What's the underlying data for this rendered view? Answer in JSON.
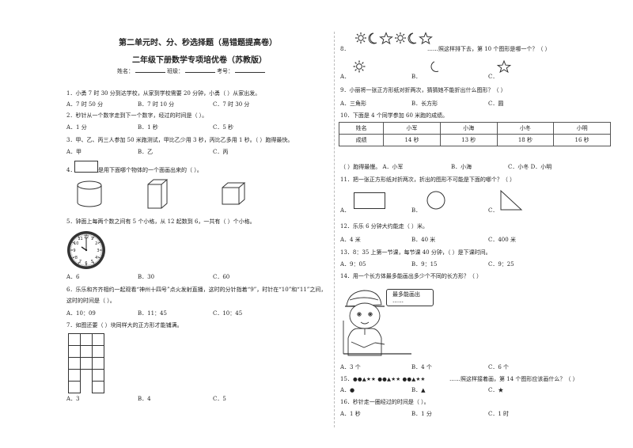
{
  "header": {
    "title1": "第二单元时、分、秒选择题（易错题提高卷）",
    "title2": "二年级下册数学专项培优卷（苏教版）",
    "name_label": "姓名：",
    "class_label": "班级：",
    "id_label": "考号："
  },
  "left": {
    "q1": {
      "text": "1．小勇 7 时 30 分到达学校，从家到学校需要 20 分钟，小勇（   ）从家出发。",
      "a": "A．7 时 50 分",
      "b": "B．7 时 10 分",
      "c": "C．7 时 30 分"
    },
    "q2": {
      "text": "2．秒针从一个数字走到下一个数字，经过的时间是（   ）。",
      "a": "A．1 分",
      "b": "B．1 秒",
      "c": "C．5 秒"
    },
    "q3": {
      "text": "3．甲、乙、丙三人参加 50 米跑测试，甲比乙少用 3 秒，丙比乙多用 1 秒。（   ）跑得最快。",
      "a": "A．甲",
      "b": "B．乙",
      "c": "C．丙"
    },
    "q4": {
      "text": "是用下面哪个物体的一个面画出来的（   ）。",
      "num": "4．"
    },
    "q5": {
      "text": "5．钟面上每两个数之间有 5 个小格，从 12 起数到 6，一共有（   ）个小格。",
      "a": "A．6",
      "b": "B．30",
      "c": "C．60"
    },
    "q6": {
      "line1": "6．乐乐和齐齐相约一起观看“神州十四号”点火发射直播，这时的分针指着“9”，时针在“10”和“11”之间，",
      "line2": "这时的时间是（   ）。",
      "a": "A．10：09",
      "b": "B．11：45",
      "c": "C．10：45"
    },
    "q7": {
      "text": "7．如图还要（   ）块同样大的正方形才能铺满。",
      "a": "A．3",
      "b": "B．4",
      "c": "C．5"
    }
  },
  "right": {
    "q8": {
      "num": "8．",
      "text": "……照这样排下去，第 10 个图形是哪一个？（   ）",
      "a": "A．",
      "b": "B．",
      "c": "C．"
    },
    "q9": {
      "text": "9．小丽将一张正方形纸对折两次，猜猜她不能折出什么图形？（   ）",
      "a": "A．三角形",
      "b": "B．长方形",
      "c": "C．圆"
    },
    "q10": {
      "text": "10．下面是 4 个同学参加 60 米跑的成绩。",
      "headers": [
        "姓名",
        "小军",
        "小海",
        "小冬",
        "小明"
      ],
      "row": [
        "成绩",
        "14 秒",
        "13 秒",
        "18 秒",
        "16 秒"
      ],
      "question": "（   ）跑得最慢。 A．小军",
      "b": "B．小海",
      "cd": "C．小冬  D．小明"
    },
    "q11": {
      "text": "11．把一张正方形纸对折两次，折出的图形不可能是下面的哪个？（   ）",
      "a": "A．",
      "b": "B．",
      "c": "C．"
    },
    "q12": {
      "text": "12．乐乐 6 分钟大约能走（   ）米。",
      "a": "A．4 米",
      "b": "B．40 米",
      "c": "C．400 米"
    },
    "q13": {
      "text": "13．8：35 上第一节课，每节课 40 分钟，（   ）是下课时间。",
      "a": "A．9：05",
      "b": "B．9：15",
      "c": "C．9：25"
    },
    "q14": {
      "text": "14．用一个长方体最多能画出多少个不同的长方形？（   ）",
      "bubble1": "最多能画出",
      "bubble2": "……",
      "a": "A．3 个",
      "b": "B．4 个",
      "c": "C．6 个"
    },
    "q15": {
      "num": "15．",
      "seq": "●●▲★★ ●●▲★★ ●●▲★★",
      "text": "……照这样接着画，第 14 个图形应该画什么？（   ）",
      "a": "A．●",
      "b": "B．▲",
      "c": "C．★"
    },
    "q16": {
      "text": "16．秒针走一圈经过的时间是（   ）。",
      "a": "A．1 秒",
      "b": "B．1 分",
      "c": "C．1 时"
    }
  }
}
